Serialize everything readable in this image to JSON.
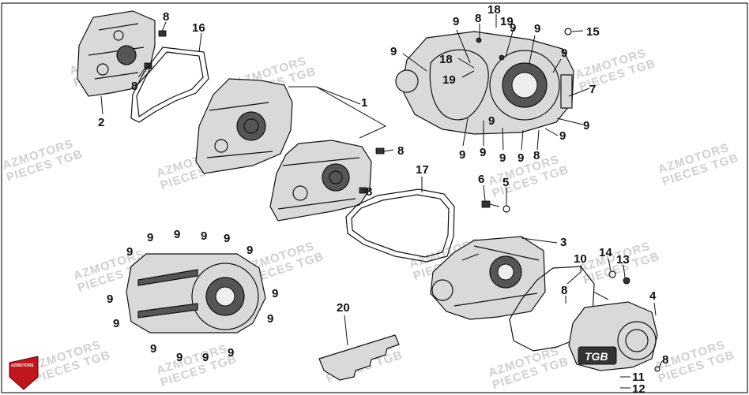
{
  "watermark": {
    "line1": "AZMOTORS",
    "line2": "PIECES TGB"
  },
  "logo": {
    "text": "AZMOTORS"
  },
  "cover_badge": "TGB",
  "callouts": [
    {
      "id": "c8a",
      "text": "8"
    },
    {
      "id": "c16",
      "text": "16"
    },
    {
      "id": "c8b",
      "text": "8"
    },
    {
      "id": "c2",
      "text": "2"
    },
    {
      "id": "c1",
      "text": "1"
    },
    {
      "id": "c8c",
      "text": "8"
    },
    {
      "id": "c8d",
      "text": "8"
    },
    {
      "id": "c17",
      "text": "17"
    },
    {
      "id": "c9a",
      "text": "9"
    },
    {
      "id": "c8e",
      "text": "8"
    },
    {
      "id": "c18a",
      "text": "18"
    },
    {
      "id": "c19a",
      "text": "19"
    },
    {
      "id": "c9b",
      "text": "9"
    },
    {
      "id": "c9c",
      "text": "9"
    },
    {
      "id": "c15",
      "text": "15"
    },
    {
      "id": "c9d",
      "text": "9"
    },
    {
      "id": "c18b",
      "text": "18"
    },
    {
      "id": "c19b",
      "text": "19"
    },
    {
      "id": "c9e",
      "text": "9"
    },
    {
      "id": "c7",
      "text": "7"
    },
    {
      "id": "c9f",
      "text": "9"
    },
    {
      "id": "c9g",
      "text": "9"
    },
    {
      "id": "c9h",
      "text": "9"
    },
    {
      "id": "c9i",
      "text": "9"
    },
    {
      "id": "c9j",
      "text": "9"
    },
    {
      "id": "c9k",
      "text": "9"
    },
    {
      "id": "c8f",
      "text": "8"
    },
    {
      "id": "c9l",
      "text": "9"
    },
    {
      "id": "c6",
      "text": "6"
    },
    {
      "id": "c5",
      "text": "5"
    },
    {
      "id": "c3",
      "text": "3"
    },
    {
      "id": "c10",
      "text": "10"
    },
    {
      "id": "c14",
      "text": "14"
    },
    {
      "id": "c13",
      "text": "13"
    },
    {
      "id": "c4",
      "text": "4"
    },
    {
      "id": "c8g",
      "text": "8"
    },
    {
      "id": "c8h",
      "text": "8"
    },
    {
      "id": "c11",
      "text": "11"
    },
    {
      "id": "c12",
      "text": "12"
    },
    {
      "id": "c20",
      "text": "20"
    },
    {
      "id": "c9m",
      "text": "9"
    },
    {
      "id": "c9n",
      "text": "9"
    },
    {
      "id": "c9o",
      "text": "9"
    },
    {
      "id": "c9p",
      "text": "9"
    },
    {
      "id": "c9q",
      "text": "9"
    },
    {
      "id": "c9r",
      "text": "9"
    },
    {
      "id": "c9s",
      "text": "9"
    },
    {
      "id": "c9t",
      "text": "9"
    },
    {
      "id": "c9u",
      "text": "9"
    },
    {
      "id": "c9v",
      "text": "9"
    },
    {
      "id": "c9w",
      "text": "9"
    },
    {
      "id": "c9x",
      "text": "9"
    },
    {
      "id": "c9y",
      "text": "9"
    },
    {
      "id": "c9z",
      "text": "9"
    }
  ]
}
